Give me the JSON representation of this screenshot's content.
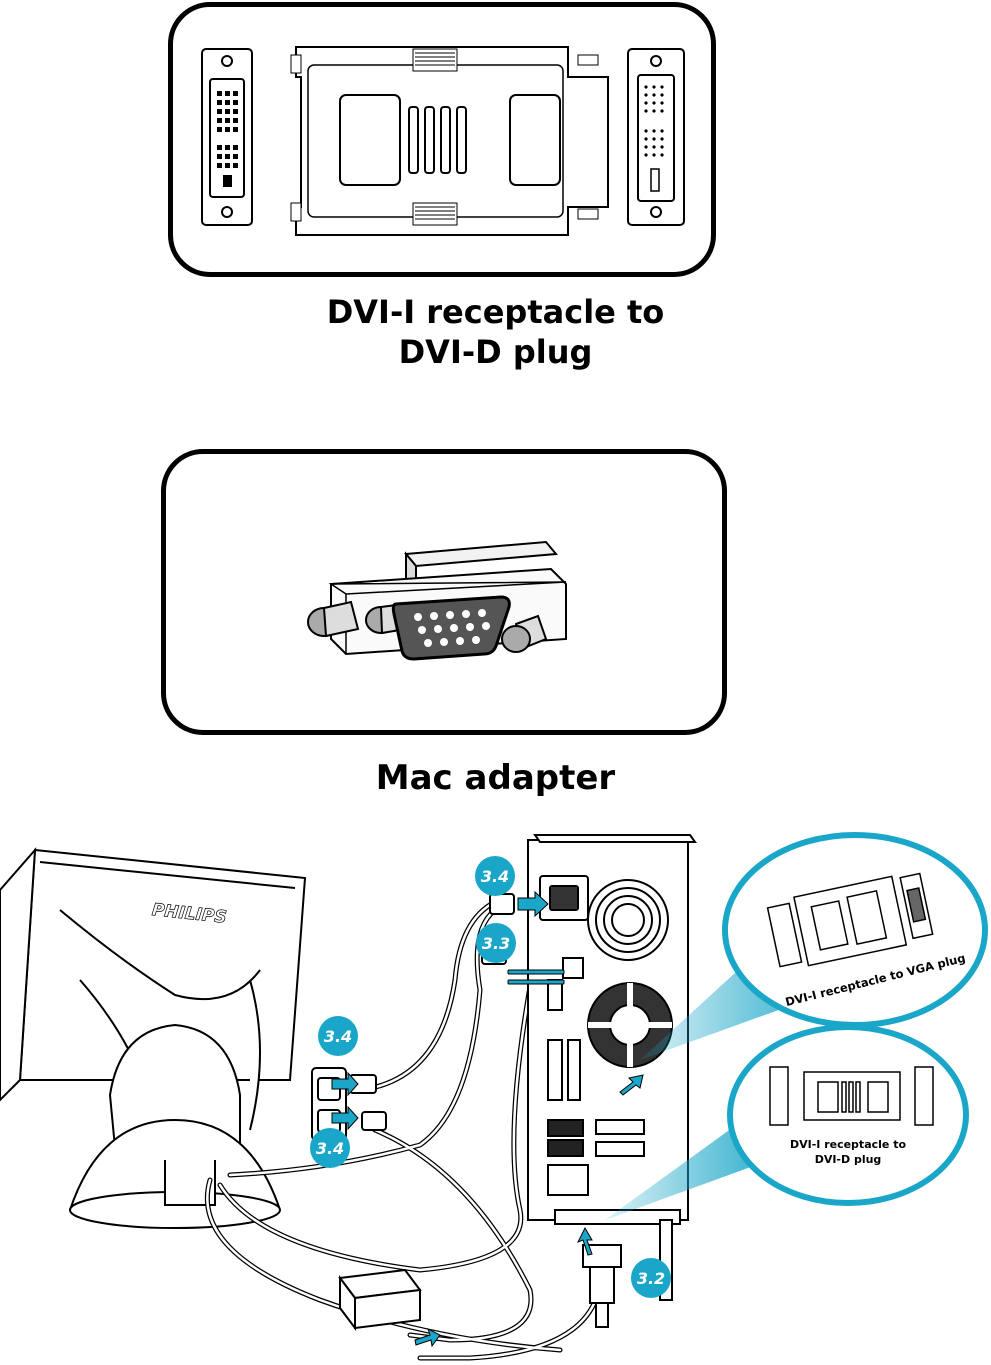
{
  "adapters": [
    {
      "caption_line1": "DVI-I receptacle to",
      "caption_line2": "DVI-D plug"
    },
    {
      "caption": "Mac adapter"
    }
  ],
  "setup": {
    "monitor_brand": "PHILIPS",
    "steps": {
      "s34_power_pc": "3.4",
      "s33": "3.3",
      "s34_outlet_top": "3.4",
      "s34_outlet_bottom": "3.4",
      "s32": "3.2"
    },
    "callouts": {
      "vga": "DVI-I receptacle to VGA plug",
      "dvi_line1": "DVI-I receptacle to",
      "dvi_line2": "DVI-D plug"
    },
    "colors": {
      "accent": "#1aa6c8",
      "line": "#000000"
    }
  }
}
